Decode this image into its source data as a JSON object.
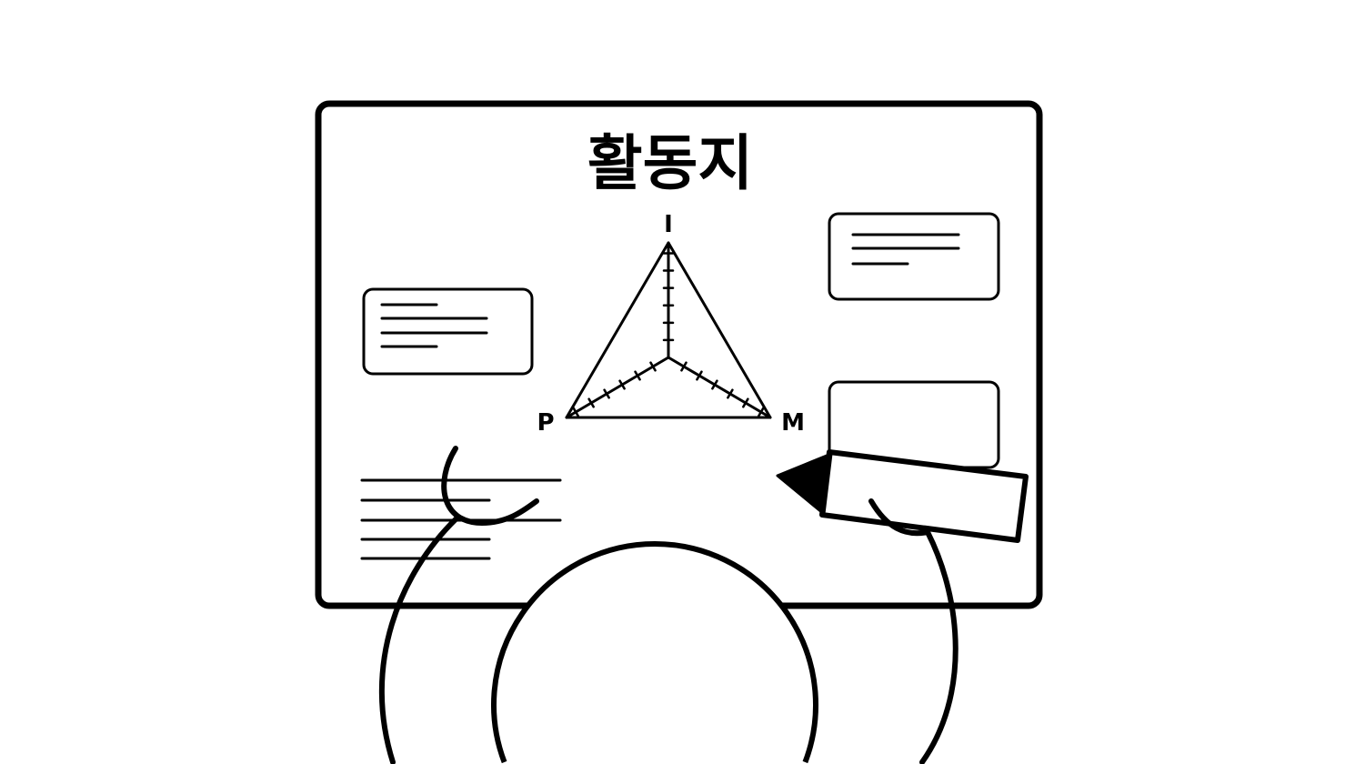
{
  "worksheet": {
    "title": "활동지",
    "axis_labels": {
      "top": "I",
      "left": "P",
      "right": "M"
    }
  },
  "colors": {
    "ink": "#000000",
    "paper": "#ffffff"
  }
}
